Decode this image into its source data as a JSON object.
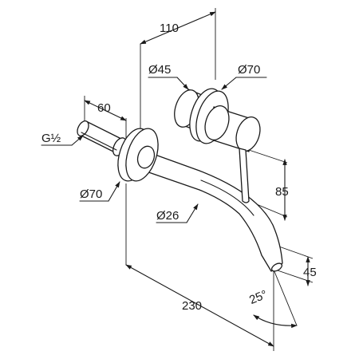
{
  "drawing": {
    "dimensions": {
      "width_top": "110",
      "shower_dia": "Ø45",
      "plate_dia_right": "Ø70",
      "length_60": "60",
      "thread": "G½",
      "plate_dia_left": "Ø70",
      "spout_dia": "Ø26",
      "height_85": "85",
      "height_45": "45",
      "length_230": "230",
      "angle": "25°"
    }
  }
}
